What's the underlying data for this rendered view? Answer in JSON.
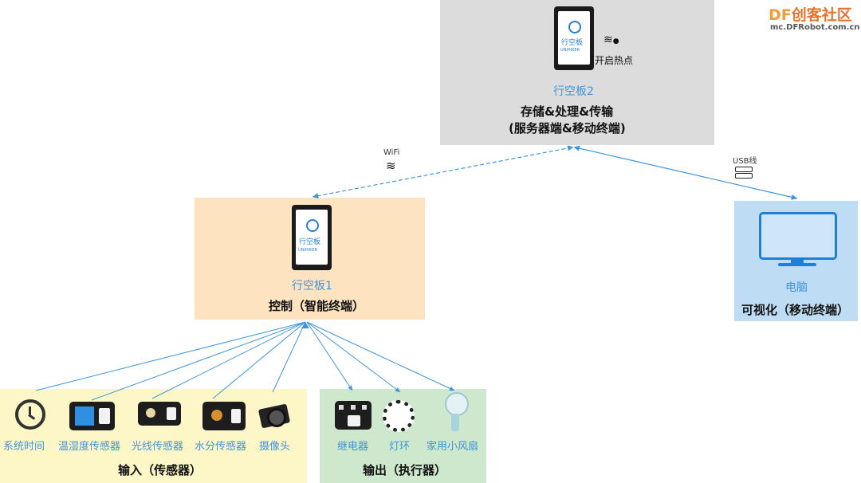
{
  "logo": {
    "df": "DF",
    "cn": "创客社区",
    "url": "mc.DFRobot.com.cn"
  },
  "server": {
    "device_name": "行空板2",
    "hotspot": "开启热点",
    "title_line1": "存储&处理&传输",
    "title_line2": "(服务器端&移动终端)",
    "board_text": "行空板",
    "board_sub": "UNIHIKER"
  },
  "client": {
    "device_name": "行空板1",
    "title": "控制（智能终端）",
    "board_text": "行空板",
    "board_sub": "UNIHIKER"
  },
  "pc": {
    "device_name": "电脑",
    "title": "可视化（移动终端）"
  },
  "links": {
    "wifi": "WiFi",
    "usb": "USB线"
  },
  "inputs": {
    "title": "输入（传感器）",
    "items": [
      "系统时间",
      "温湿度传感器",
      "光线传感器",
      "水分传感器",
      "摄像头"
    ]
  },
  "outputs": {
    "title": "输出（执行器）",
    "items": [
      "继电器",
      "灯环",
      "家用小风扇"
    ]
  },
  "colors": {
    "server_bg": "#dcdcdc",
    "client_bg": "#fde3c0",
    "pc_bg": "#bfdcf5",
    "input_bg": "#fdf6c7",
    "output_bg": "#cde8cd",
    "line": "#3f95dc",
    "label": "#3f95dc"
  }
}
